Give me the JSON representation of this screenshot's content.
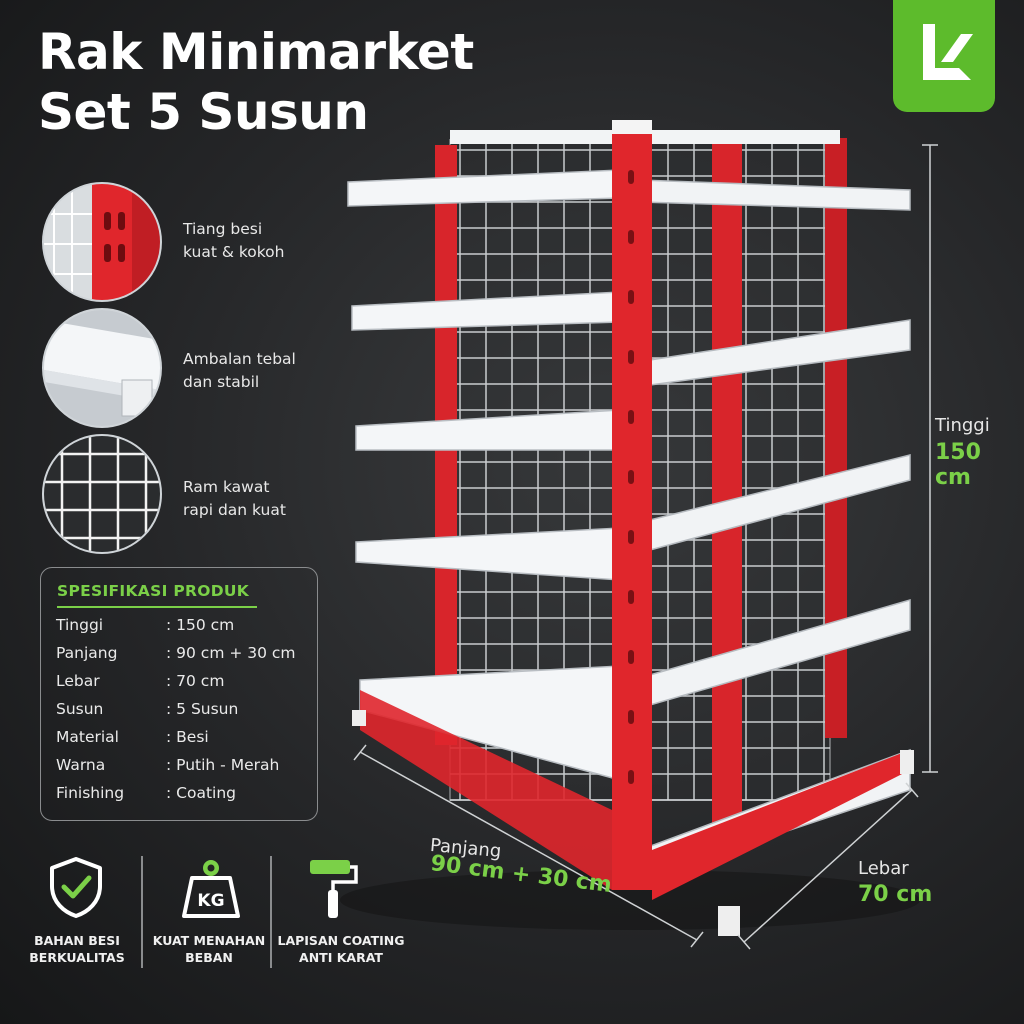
{
  "title": {
    "line1": "Rak Minimarket",
    "line2": "Set 5 Susun"
  },
  "brand_color": "#5dbb2c",
  "features": [
    {
      "icon": "red-post-closeup",
      "line1": "Tiang besi",
      "line2": "kuat & kokoh"
    },
    {
      "icon": "shelf-closeup",
      "line1": "Ambalan tebal",
      "line2": "dan stabil"
    },
    {
      "icon": "wire-mesh-closeup",
      "line1": "Ram kawat",
      "line2": "rapi dan kuat"
    }
  ],
  "specs": {
    "heading": "SPESIFIKASI PRODUK",
    "rows": [
      {
        "key": "Tinggi",
        "value": ": 150 cm"
      },
      {
        "key": "Panjang",
        "value": ": 90 cm + 30 cm"
      },
      {
        "key": "Lebar",
        "value": ": 70 cm"
      },
      {
        "key": "Susun",
        "value": ": 5 Susun"
      },
      {
        "key": "Material",
        "value": ": Besi"
      },
      {
        "key": "Warna",
        "value": ": Putih - Merah"
      },
      {
        "key": "Finishing",
        "value": ": Coating"
      }
    ]
  },
  "badges": [
    {
      "icon": "shield-check-icon",
      "line1": "BAHAN BESI",
      "line2": "BERKUALITAS"
    },
    {
      "icon": "weight-kg-icon",
      "icon_text": "KG",
      "line1": "KUAT MENAHAN",
      "line2": "BEBAN"
    },
    {
      "icon": "paint-roller-icon",
      "line1": "LAPISAN COATING",
      "line2": "ANTI KARAT"
    }
  ],
  "dimensions": {
    "height": {
      "label": "Tinggi",
      "value": "150 cm"
    },
    "length": {
      "label": "Panjang",
      "value": "90 cm + 30 cm"
    },
    "width": {
      "label": "Lebar",
      "value": "70 cm"
    }
  }
}
